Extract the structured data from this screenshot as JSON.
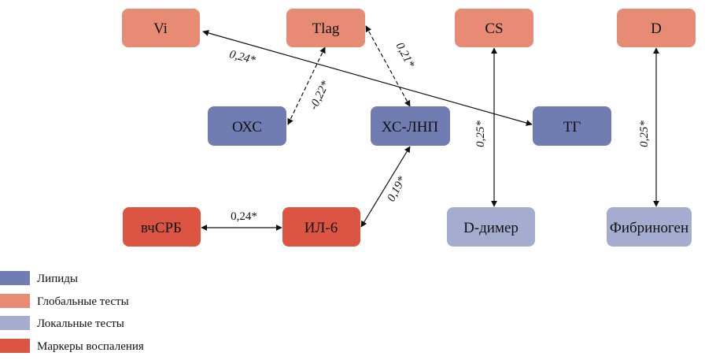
{
  "colors": {
    "lipids": "#6f7db3",
    "global_tests": "#e88b74",
    "local_tests": "#a5acd0",
    "inflammation": "#dc5542",
    "edge": "#111111"
  },
  "nodes": {
    "vi": "Vi",
    "tlag": "Tlag",
    "cs": "CS",
    "d": "D",
    "ohs": "ОХС",
    "hs_lnp": "ХС-ЛНП",
    "tg": "ТГ",
    "vcrb": "вчСРБ",
    "il6": "ИЛ-6",
    "d_dimer": "D-димер",
    "fibrinogen": "Фибриноген"
  },
  "edges": {
    "vi_tg": "0,24*",
    "ohs_tlag": "-0,22*",
    "tlag_hslnp": "0,21*",
    "cs_ddimer": "0,25*",
    "d_fibrinogen": "0,25*",
    "il6_hslnp": "0,19*",
    "vcrb_il6": "0,24*"
  },
  "legend": {
    "lipids": "Липиды",
    "global_tests": "Глобальные тесты",
    "local_tests": "Локальные тесты",
    "inflammation": "Маркеры воспаления"
  }
}
